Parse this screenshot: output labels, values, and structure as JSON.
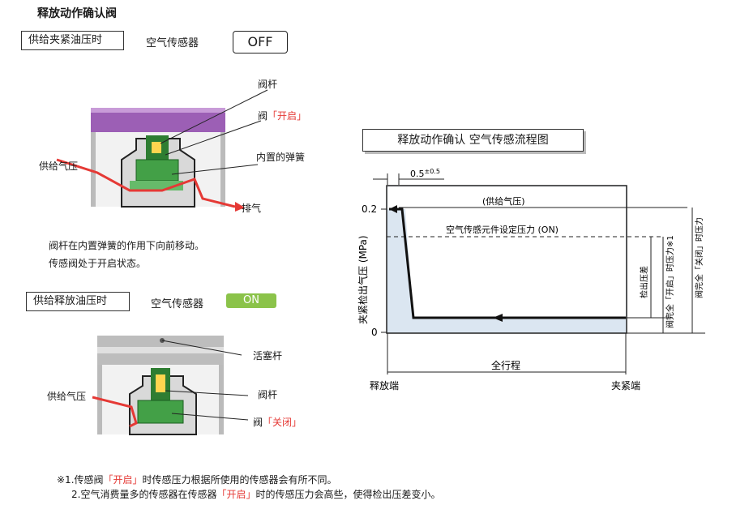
{
  "page": {
    "title": "释放动作确认阀"
  },
  "section1": {
    "label": "供给夹紧油压时",
    "sensor_label": "空气传感器",
    "status": "OFF",
    "callouts": {
      "valve_stem": "阀杆",
      "valve_prefix": "阀",
      "valve_state": "「开启」",
      "spring": "内置的弹簧",
      "supply_air": "供给气压",
      "exhaust": "排气"
    },
    "description": [
      "阀杆在内置弹簧的作用下向前移动。",
      "传感阀处于开启状态。"
    ]
  },
  "section2": {
    "label": "供给释放油压时",
    "sensor_label": "空气传感器",
    "status": "ON",
    "callouts": {
      "piston_rod": "活塞杆",
      "valve_stem": "阀杆",
      "supply_air": "供给气压",
      "valve_prefix": "阀",
      "valve_state": "「关闭」"
    }
  },
  "chart": {
    "title": "释放动作确认  空气传感流程图",
    "ylabel": "夹紧检出气压 (MPa)",
    "y_ticks": [
      "0.2",
      "0"
    ],
    "top_dim": "0.5",
    "top_dim_sup": "±0.5",
    "supply_label": "(供给气压)",
    "setpoint_label": "空气传感元件设定压力 (ON)",
    "detect_label": "检出压差",
    "open_label": "阀完全「开启」时压力※1",
    "closed_label": "阀完全「关闭」时压力",
    "stroke_label": "全行程",
    "x_left": "释放端",
    "x_right": "夹紧端"
  },
  "chart_data": {
    "type": "line",
    "xlabel": "全行程",
    "ylabel": "夹紧检出气压 (MPa)",
    "x_ticks": [
      "释放端",
      "夹紧端"
    ],
    "y_ticks": [
      0,
      0.2
    ],
    "series": [
      {
        "points": [
          [
            0,
            0.2
          ],
          [
            0.5,
            0.2
          ],
          [
            1,
            0.025
          ],
          [
            100,
            0.025
          ]
        ]
      }
    ],
    "annotations": [
      "(供给气压)",
      "空气传感元件设定压力 (ON)",
      "检出压差",
      "0.5±0.5"
    ]
  },
  "notes": {
    "n1_mark": "※1.",
    "n1_a": "传感阀",
    "n1_red": "「开启」",
    "n1_b": "时传感压力根据所使用的传感器会有所不同。",
    "n2_mark": "2.",
    "n2_a": "空气消费量多的传感器在传感器",
    "n2_red": "「开启」",
    "n2_b": "时的传感压力会高些，使得检出压差变小。"
  }
}
